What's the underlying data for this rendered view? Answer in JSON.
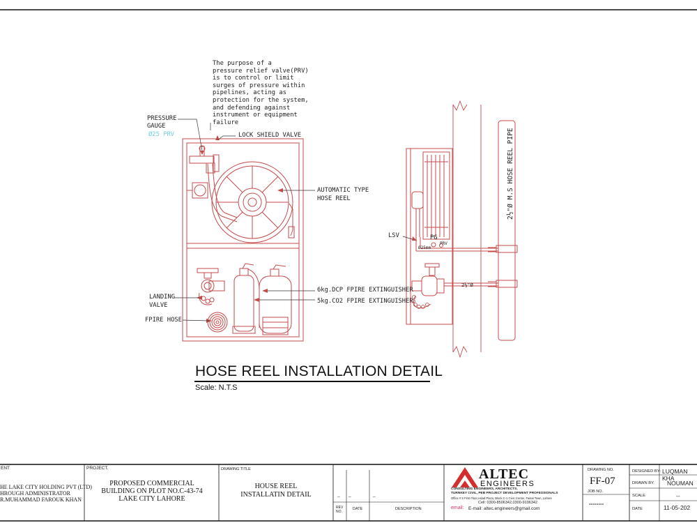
{
  "drawing": {
    "title": "HOSE REEL INSTALLATION DETAIL",
    "scale": "Scale: N.T.S",
    "prv_note_lines": [
      "The purpose of a",
      "pressure relief valve(PRV)",
      "is to control or limit",
      "surges of pressure within",
      "pipelines, acting as",
      "protection for the system,",
      "and defending against",
      "instrument or equipment",
      "failure"
    ],
    "labels": {
      "pressure_gauge_1": "PRESSURE",
      "pressure_gauge_2": "GAUGE",
      "prv_size": "Ø25 PRV",
      "lock_shield_valve": "LOCK SHIELD VALVE",
      "auto_reel_1": "AUTOMATIC TYPE",
      "auto_reel_2": "HOSE REEL",
      "landing_valve_1": "LANDING",
      "landing_valve_2": "VALVE",
      "fire_hose": "FPIRE HOSE",
      "dcp": "6kg.DCP FPIRE EXTINGUISHER",
      "co2": "5kg.CO2 FPIRE EXTINGUISHER",
      "lsv": "LSV",
      "pg": "PG",
      "prv": "PRV",
      "pipe_25": "Ø25mm",
      "hose_pipe": "2½\"Ø M.S HOSE REEL PIPE",
      "pipe_branch": "2½\"Ø"
    }
  },
  "title_block": {
    "client_header": "ENT",
    "client_lines": [
      "HE LAKE CITY HOLDING PVT (LTD)",
      "HROUGH ADMINISTRATOR",
      "R.MUHAMMAD FAROUK KHAN"
    ],
    "project_header": "PROJECT.",
    "project_lines": [
      "PROPOSED COMMERCIAL",
      "BUILDING ON PLOT NO.C-43-74",
      "LAKE CITY LAHORE"
    ],
    "drawing_title_header": "DRAWING TITLE",
    "drawing_title_lines": [
      "HOUSE REEL",
      "INSTALLATIN DETAIL"
    ],
    "rev_dash_1": "_",
    "rev_dash_2": "_",
    "rev_dash_3": "_",
    "rev_header_1": "REV",
    "rev_header_2": "NO.",
    "date_header": "DATE",
    "description_header": "DESCRIPTION",
    "company_1": "ALTEC",
    "company_2": "ENGINEERS",
    "tagline_1": "CONSULTING ENGINEERS, ARCHITECTS,",
    "tagline_2": "TURNKEY CIVIL, PEB PROJECT DEVELOPMENT PROFESSIONALS",
    "address": "Office # 5 First Floor,Aslad Plaza, Block C-1 Civic Center, Faisal Town, Lahore",
    "cell": "Cell: 0300-8506342,0300-9106342",
    "email_label": "email:",
    "email": "E-mail: altec.engineers@gmail.com",
    "drawing_no_label": "DRAWING NO.",
    "drawing_no": "FF-07",
    "job_no_label": "JOB NO.",
    "job_no": "--------",
    "designed_by_label": "DESIGNED BY:",
    "designed_by": "LUQMAN KHA",
    "drawn_by_label": "DRAWN BY",
    "drawn_by": "NOUMAN",
    "scale_label": "SCALE",
    "scale": "--",
    "date_label": "DATE",
    "date": "11-05-202"
  },
  "colors": {
    "equipment_red": "#c44a4a",
    "label_cyan": "#6fd0d6",
    "logo_red": "#d32f2f"
  }
}
